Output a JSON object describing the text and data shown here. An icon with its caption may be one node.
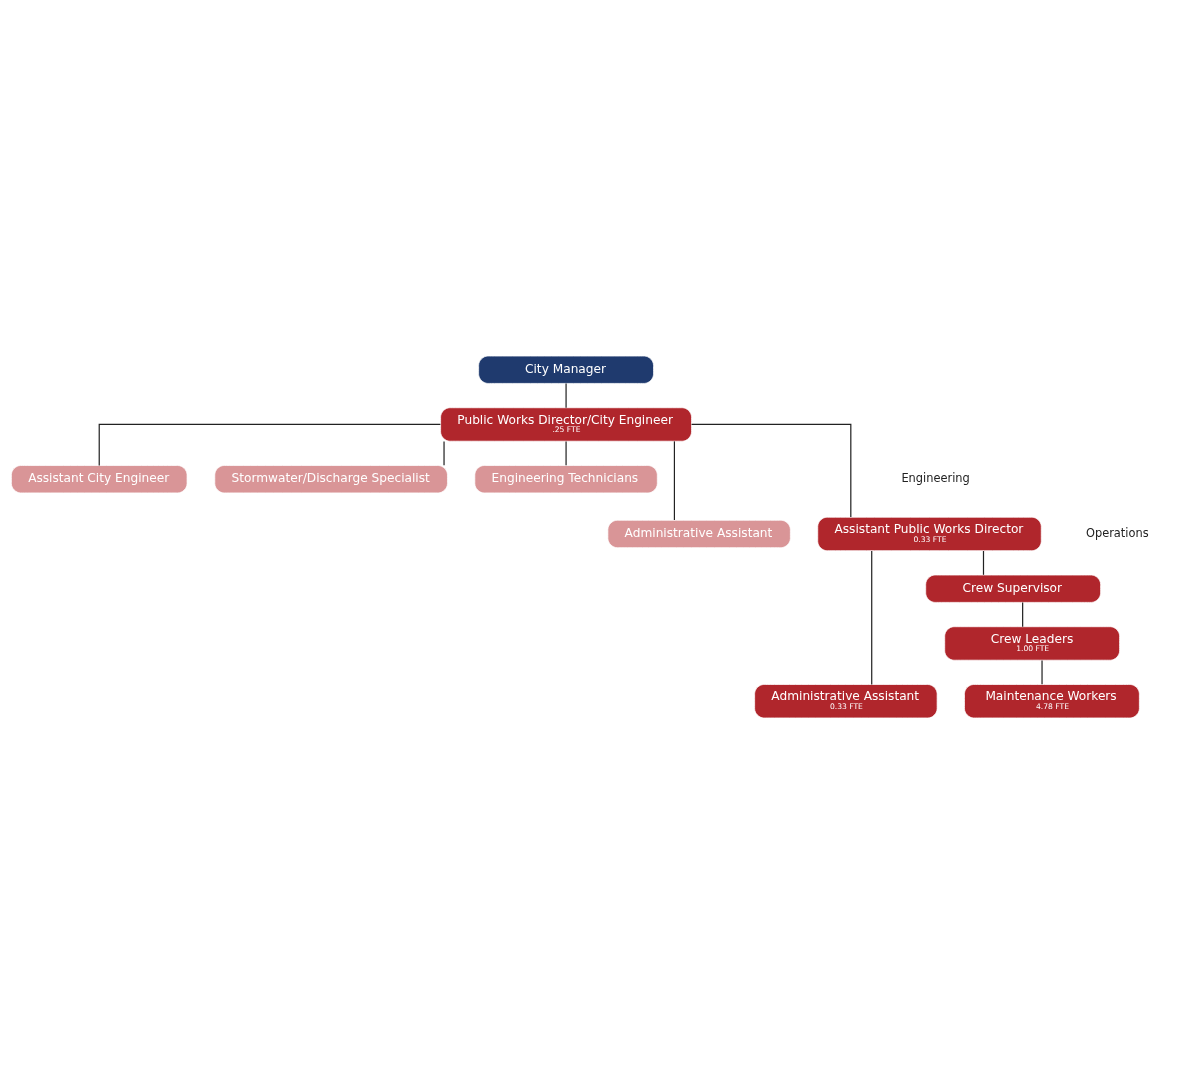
{
  "diagram": {
    "nodes": [
      {
        "text": [
          "City Manager"
        ]
      },
      {
        "text": [
          "Public Works Director/City Engineer",
          ".25 FTE"
        ]
      },
      {
        "text": [
          "Assistant City Engineer"
        ]
      },
      {
        "text": [
          "Stormwater/Discharge Specialist"
        ]
      },
      {
        "text": [
          "Engineering Technicians"
        ]
      },
      {
        "text": [
          "Administrative Assistant"
        ]
      },
      {
        "text": [
          "Assistant Public Works Director",
          "0.33 FTE"
        ]
      },
      {
        "text": [
          "Administrative Assistant",
          "0.33 FTE"
        ]
      },
      {
        "text": [
          "Crew Supervisor"
        ]
      },
      {
        "text": [
          "Crew Leaders",
          "1.00 FTE"
        ]
      },
      {
        "text": [
          "Maintenance Workers",
          "4.78 FTE"
        ]
      }
    ],
    "edges": [
      {
        "from": 0,
        "to": 1,
        "arrow": "none"
      },
      {
        "from": 1,
        "to": 2,
        "arrow": "none"
      },
      {
        "from": 1,
        "to": 3,
        "arrow": "none"
      },
      {
        "from": 1,
        "to": 4,
        "arrow": "none"
      },
      {
        "from": 1,
        "to": 5,
        "arrow": "none"
      },
      {
        "from": 1,
        "to": 6,
        "arrow": "none"
      },
      {
        "from": 6,
        "to": 7,
        "arrow": "none"
      },
      {
        "from": 6,
        "to": 8,
        "arrow": "none"
      },
      {
        "from": 8,
        "to": 9,
        "arrow": "none"
      },
      {
        "from": 9,
        "to": 10,
        "arrow": "none"
      }
    ],
    "labels": [
      "Engineering",
      "Operations"
    ]
  }
}
